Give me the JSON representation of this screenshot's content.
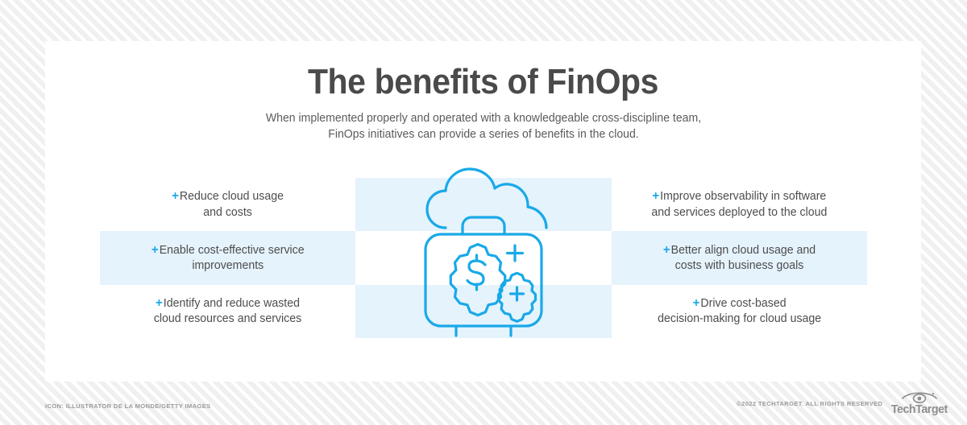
{
  "header": {
    "title": "The benefits of FinOps",
    "subtitle_line1": "When implemented properly and operated with a knowledgeable cross-discipline team,",
    "subtitle_line2": "FinOps initiatives can provide a series of benefits in the cloud."
  },
  "bullet_marker": "+",
  "benefits": {
    "left": [
      {
        "line1": "Reduce cloud usage",
        "line2": "and costs"
      },
      {
        "line1": "Enable cost-effective service",
        "line2": "improvements"
      },
      {
        "line1": "Identify and reduce wasted",
        "line2": "cloud resources and services"
      }
    ],
    "right": [
      {
        "line1": "Improve observability in software",
        "line2": "and services deployed to the cloud"
      },
      {
        "line1": "Better align cloud usage and",
        "line2": "costs with business goals"
      },
      {
        "line1": "Drive cost-based",
        "line2": "decision-making for cloud usage"
      }
    ]
  },
  "illustration": {
    "name": "cloud-briefcase-gears-icon",
    "description": "Cloud outline containing a briefcase with a dollar-sign gear and a plus-sign gear"
  },
  "footer": {
    "credit": "ICON: ILLUSTRATOR DE LA MONDE/GETTY IMAGES",
    "copyright": "©2022 TECHTARGET. ALL RIGHTS RESERVED",
    "logo_text": "TechTarget"
  },
  "colors": {
    "accent": "#19a9e8",
    "band_tint": "#e5f3fc",
    "title_text": "#4a4a4a",
    "body_text": "#4d4d4d",
    "footer_text": "#9a9a9a",
    "card_bg": "#ffffff"
  }
}
